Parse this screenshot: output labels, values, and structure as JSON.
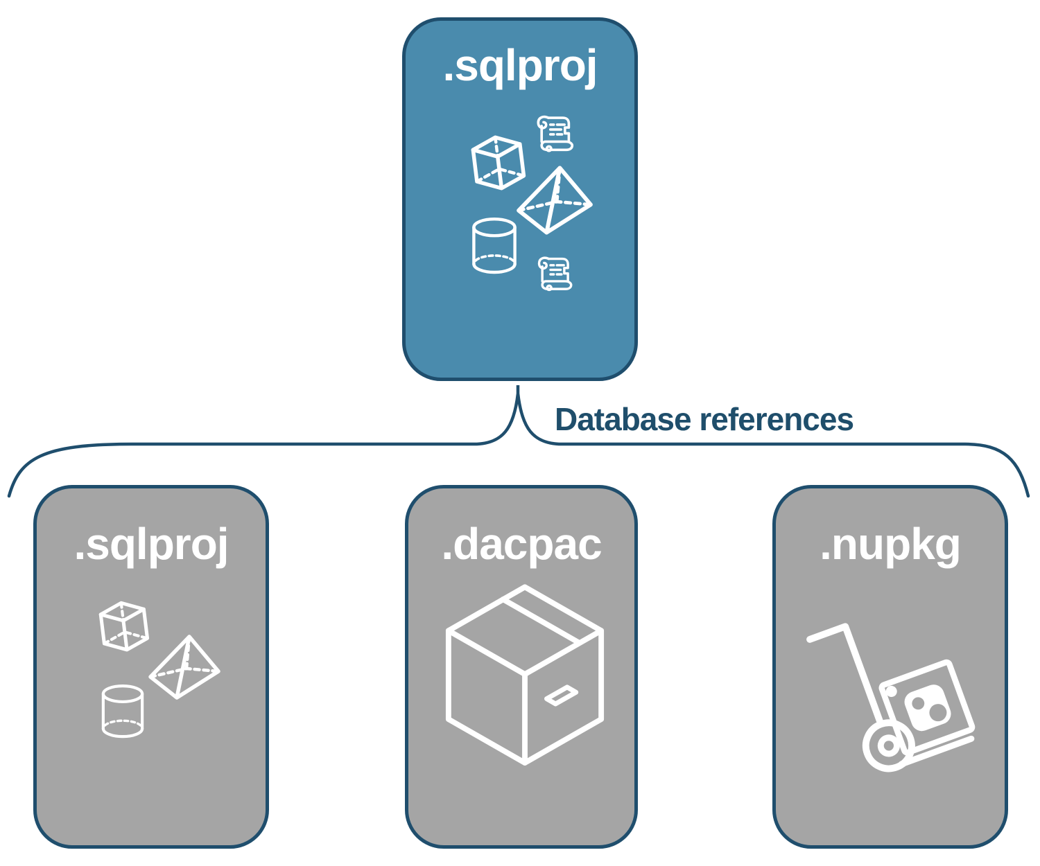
{
  "colors": {
    "accent_blue": "#4A8BAD",
    "card_gray": "#A5A5A5",
    "border_navy": "#1F4E6D",
    "label_navy": "#1F4E6B",
    "icon_white": "#FFFFFF"
  },
  "root_node": {
    "label": ".sqlproj",
    "icons": [
      "cube-icon",
      "script-scroll-icon",
      "pyramid-icon",
      "cylinder-icon",
      "script-scroll-icon"
    ]
  },
  "edge": {
    "label": "Database references"
  },
  "child_nodes": [
    {
      "label": ".sqlproj",
      "icons": [
        "cube-icon",
        "pyramid-icon",
        "cylinder-icon"
      ]
    },
    {
      "label": ".dacpac",
      "icons": [
        "package-box-icon"
      ]
    },
    {
      "label": ".nupkg",
      "icons": [
        "nuget-handtruck-icon"
      ]
    }
  ]
}
